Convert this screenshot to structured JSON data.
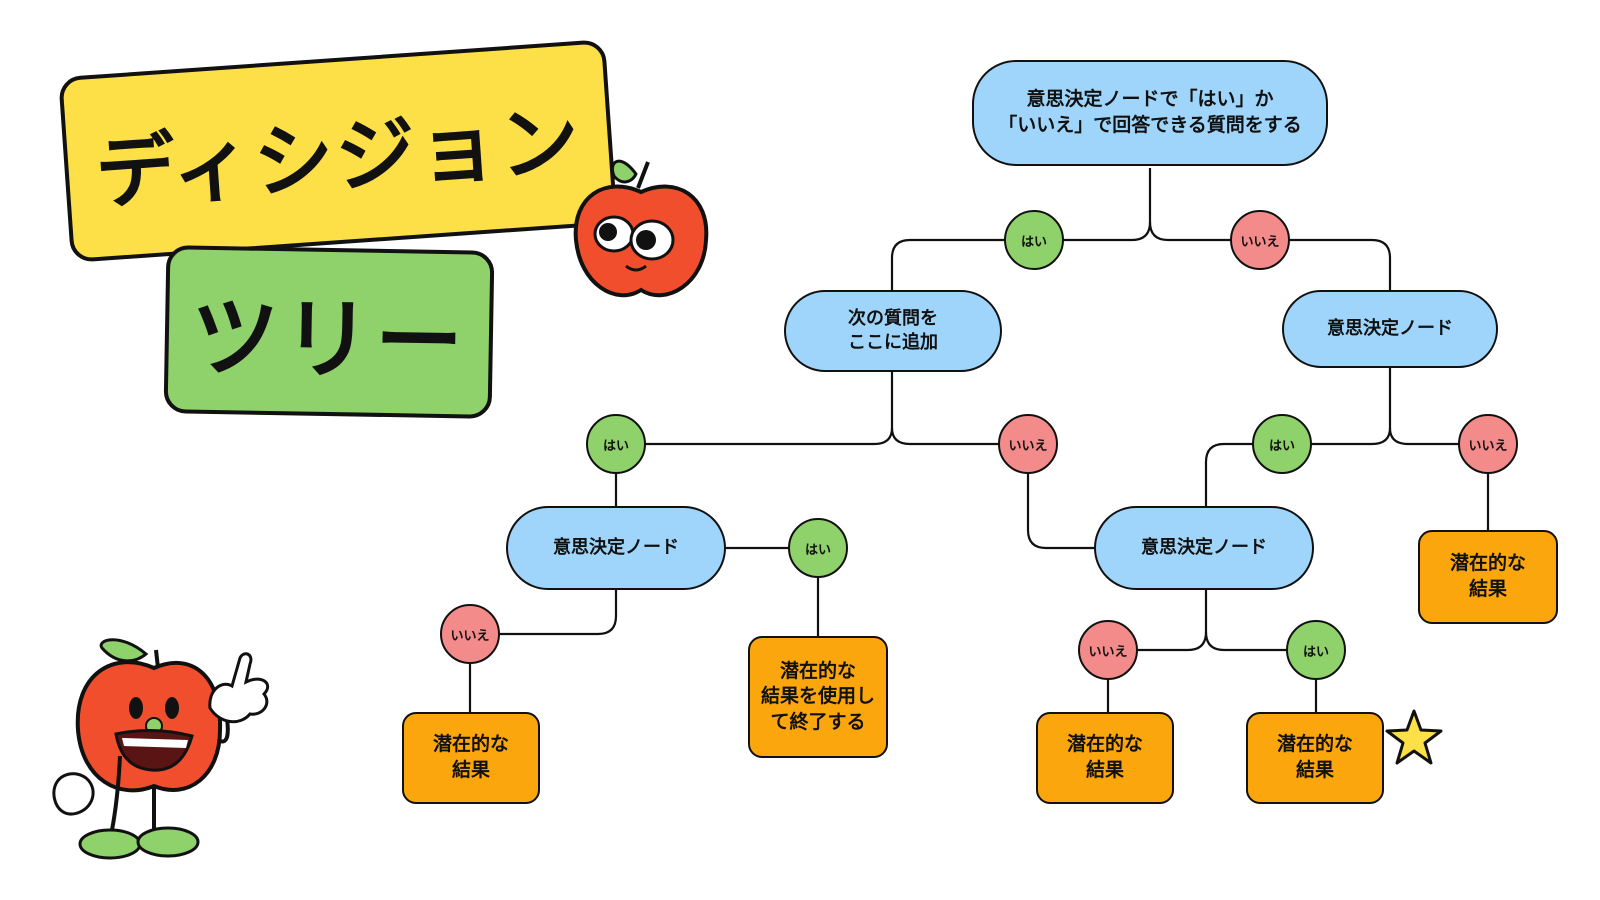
{
  "title": {
    "line1": "ディシジョン",
    "line2": "ツリー"
  },
  "colors": {
    "title_yellow": "#fde047",
    "title_green": "#8fd16a",
    "node_blue": "#9fd5fb",
    "result_orange": "#fba60c",
    "yes_green": "#8fd16a",
    "no_pink": "#f48b8b",
    "apple_red": "#f04e2d"
  },
  "nodes": {
    "root": "意思決定ノードで「はい」か\n「いいえ」で回答できる質問をする",
    "next_question": "次の質問を\nここに追加",
    "decision_right": "意思決定ノード",
    "decision_left": "意思決定ノード",
    "decision_center": "意思決定ノード"
  },
  "results": {
    "r1": "潜在的な\n結果",
    "r2": "潜在的な\n結果を使用し\nて終了する",
    "r3": "潜在的な\n結果",
    "r4": "潜在的な\n結果",
    "r5": "潜在的な\n結果"
  },
  "badges": {
    "yes": "はい",
    "no": "いいえ"
  },
  "decorations": [
    "apple-mascot-icon",
    "apple-character-icon",
    "star-icon"
  ]
}
